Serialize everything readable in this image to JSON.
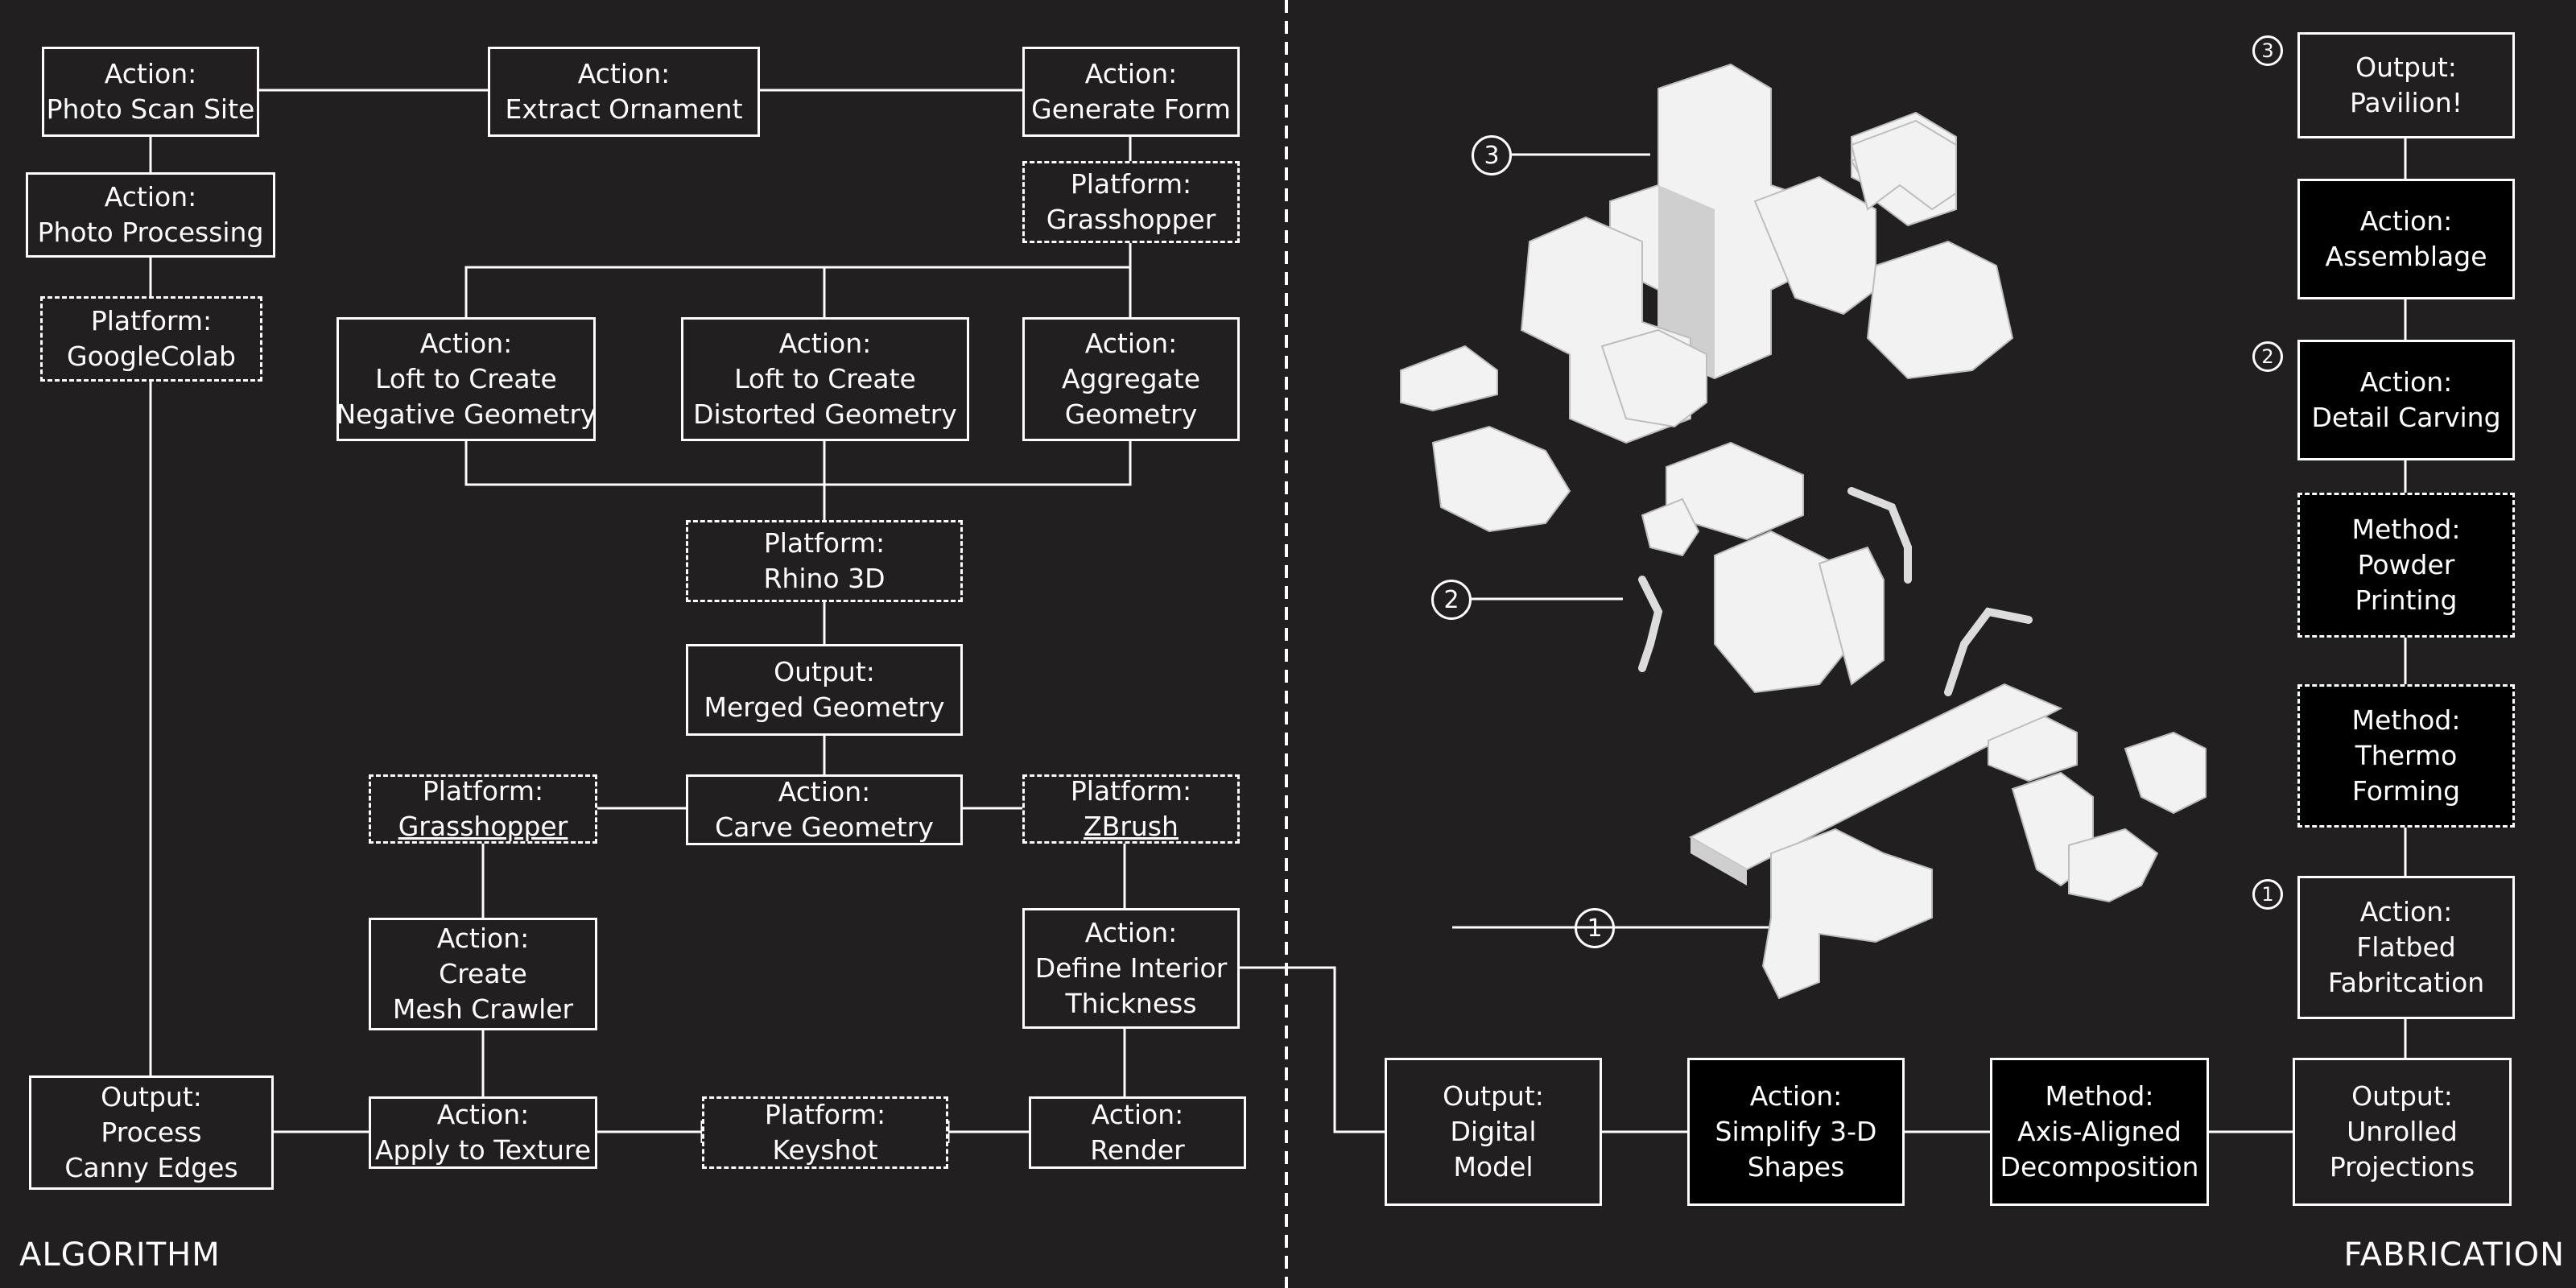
{
  "sections": {
    "left_title": "ALGORITHM",
    "right_title": "FABRICATION"
  },
  "markers": {
    "one": "1",
    "two": "2",
    "three": "3"
  },
  "nodes": {
    "photo_scan": [
      "Action:",
      "Photo Scan Site"
    ],
    "extract_ornament": [
      "Action:",
      "Extract Ornament"
    ],
    "generate_form": [
      "Action:",
      "Generate Form"
    ],
    "photo_processing": [
      "Action:",
      "Photo Processing"
    ],
    "platform_grasshopper_top": [
      "Platform:",
      "Grasshopper"
    ],
    "platform_googlecolab": [
      "Platform:",
      "GoogleColab"
    ],
    "loft_negative": [
      "Action:",
      "Loft to Create",
      "Negative Geometry"
    ],
    "loft_distorted": [
      "Action:",
      "Loft to Create",
      "Distorted Geometry"
    ],
    "aggregate": [
      "Action:",
      "Aggregate",
      "Geometry"
    ],
    "platform_rhino": [
      "Platform:",
      "Rhino 3D"
    ],
    "merged_geometry": [
      "Output:",
      "Merged Geometry"
    ],
    "platform_grasshopper_mid": [
      "Platform:",
      "Grasshopper"
    ],
    "carve_geometry": [
      "Action:",
      "Carve Geometry"
    ],
    "platform_zbrush": [
      "Platform:",
      "ZBrush"
    ],
    "mesh_crawler": [
      "Action:",
      "Create",
      "Mesh Crawler"
    ],
    "define_thickness": [
      "Action:",
      "Define Interior",
      "Thickness"
    ],
    "canny_edges": [
      "Output:",
      "Process",
      "Canny Edges"
    ],
    "apply_texture": [
      "Action:",
      "Apply to Texture"
    ],
    "platform_keyshot": [
      "Platform:",
      "Keyshot"
    ],
    "render": [
      "Action:",
      "Render"
    ],
    "digital_model": [
      "Output:",
      "Digital",
      "Model"
    ],
    "simplify_shapes": [
      "Action:",
      "Simplify 3-D",
      "Shapes"
    ],
    "axis_aligned": [
      "Method:",
      "Axis-Aligned",
      "Decomposition"
    ],
    "unrolled_projections": [
      "Output:",
      "Unrolled",
      "Projections"
    ],
    "pavilion": [
      "Output:",
      "Pavilion!"
    ],
    "assemblage": [
      "Action:",
      "Assemblage"
    ],
    "detail_carving": [
      "Action:",
      "Detail Carving"
    ],
    "powder_printing": [
      "Method:",
      "Powder",
      "Printing"
    ],
    "thermo_forming": [
      "Method:",
      "Thermo",
      "Forming"
    ],
    "flatbed": [
      "Action:",
      "Flatbed",
      "Fabritcation"
    ]
  },
  "colors": {
    "background": "#221f20",
    "line": "#ffffff",
    "filled_box": "#000000"
  }
}
